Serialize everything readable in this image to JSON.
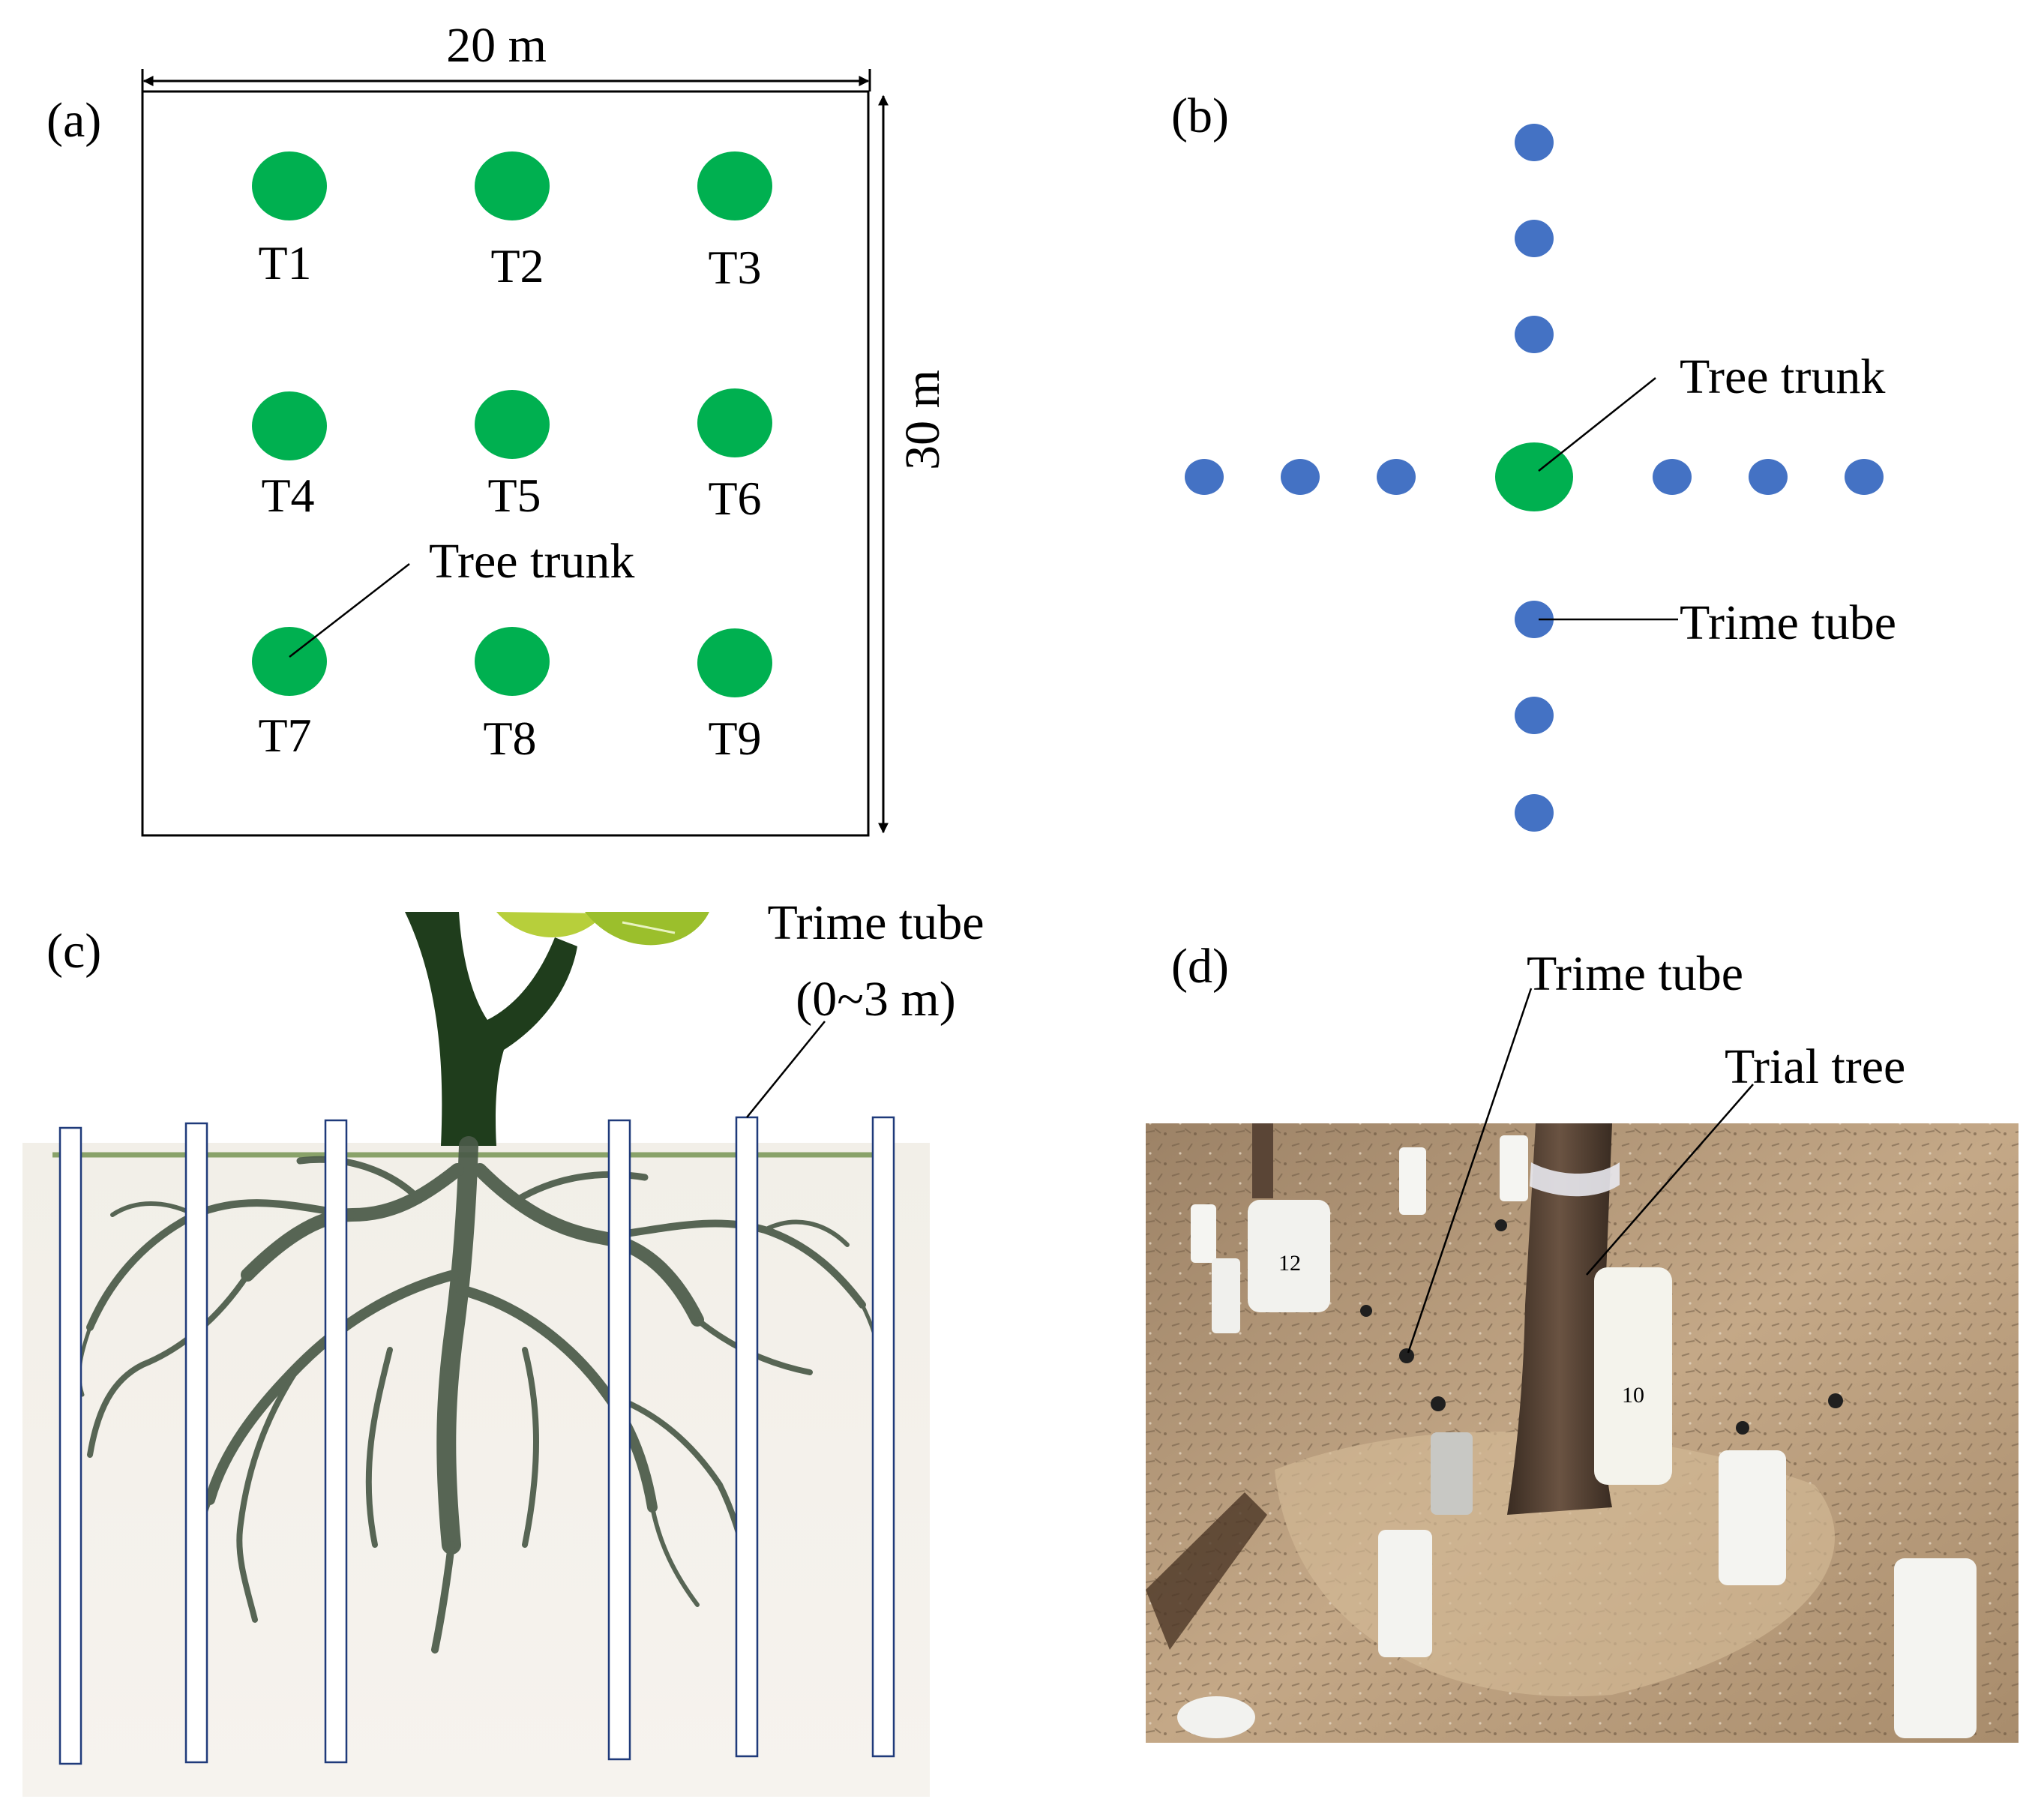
{
  "panel_a": {
    "label": "(a)",
    "width_label": "20 m",
    "height_label": "30 m",
    "trees": [
      "T1",
      "T2",
      "T3",
      "T4",
      "T5",
      "T6",
      "T7",
      "T8",
      "T9"
    ],
    "callout": "Tree trunk"
  },
  "panel_b": {
    "label": "(b)",
    "trunk_callout": "Tree trunk",
    "tube_callout": "Trime tube"
  },
  "panel_c": {
    "label": "(c)",
    "callout_line1": "Trime tube",
    "callout_line2": "(0~3 m)"
  },
  "panel_d": {
    "label": "(d)",
    "callout_tube": "Trime tube",
    "callout_tree": "Trial tree",
    "container_labels": [
      "12",
      "10"
    ]
  },
  "colors": {
    "tree": "#00b050",
    "tube_dot": "#4472c4",
    "root": "#4a5a48",
    "trunk": "#1f3d1c",
    "soil_photo": "#b89a78"
  }
}
